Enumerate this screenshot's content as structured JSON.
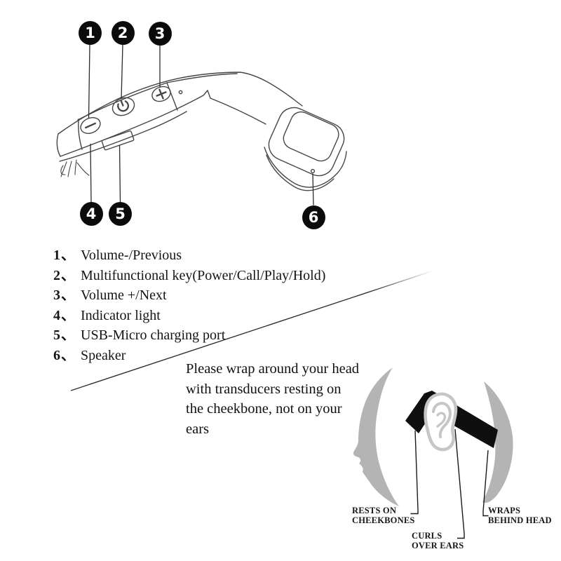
{
  "device_diagram": {
    "callout_numbers": [
      "1",
      "2",
      "3",
      "4",
      "5",
      "6"
    ],
    "icons": {
      "volume_minus": "minus-button-icon",
      "power": "power-button-icon",
      "volume_plus": "plus-button-icon",
      "usb_port": "usb-port-drawing",
      "speaker_pod": "speaker-pod-drawing"
    }
  },
  "legend": {
    "items": [
      {
        "num": "1、",
        "label": "Volume-/Previous"
      },
      {
        "num": "2、",
        "label": "Multifunctional key(Power/Call/Play/Hold)"
      },
      {
        "num": "3、",
        "label": "Volume +/Next"
      },
      {
        "num": "4、",
        "label": "Indicator light"
      },
      {
        "num": "5、",
        "label": "USB-Micro charging port"
      },
      {
        "num": "6、",
        "label": "Speaker"
      }
    ]
  },
  "instruction": {
    "lines": [
      "Please wrap around your head",
      "with transducers resting on",
      "the cheekbone, not on your",
      "ears"
    ]
  },
  "wear_labels": {
    "rests": {
      "line1": "RESTS ON",
      "line2": "CHEEKBONES"
    },
    "curls": {
      "line1": "CURLS",
      "line2": "OVER EARS"
    },
    "wraps": {
      "line1": "WRAPS",
      "line2": "BEHIND HEAD"
    }
  },
  "colors": {
    "ink": "#454545",
    "badge": "#0b0b0b",
    "silhouette_gray": "#b4b4b4",
    "ear_gray": "#c6c6c6",
    "headset_black": "#0f0f0f"
  }
}
